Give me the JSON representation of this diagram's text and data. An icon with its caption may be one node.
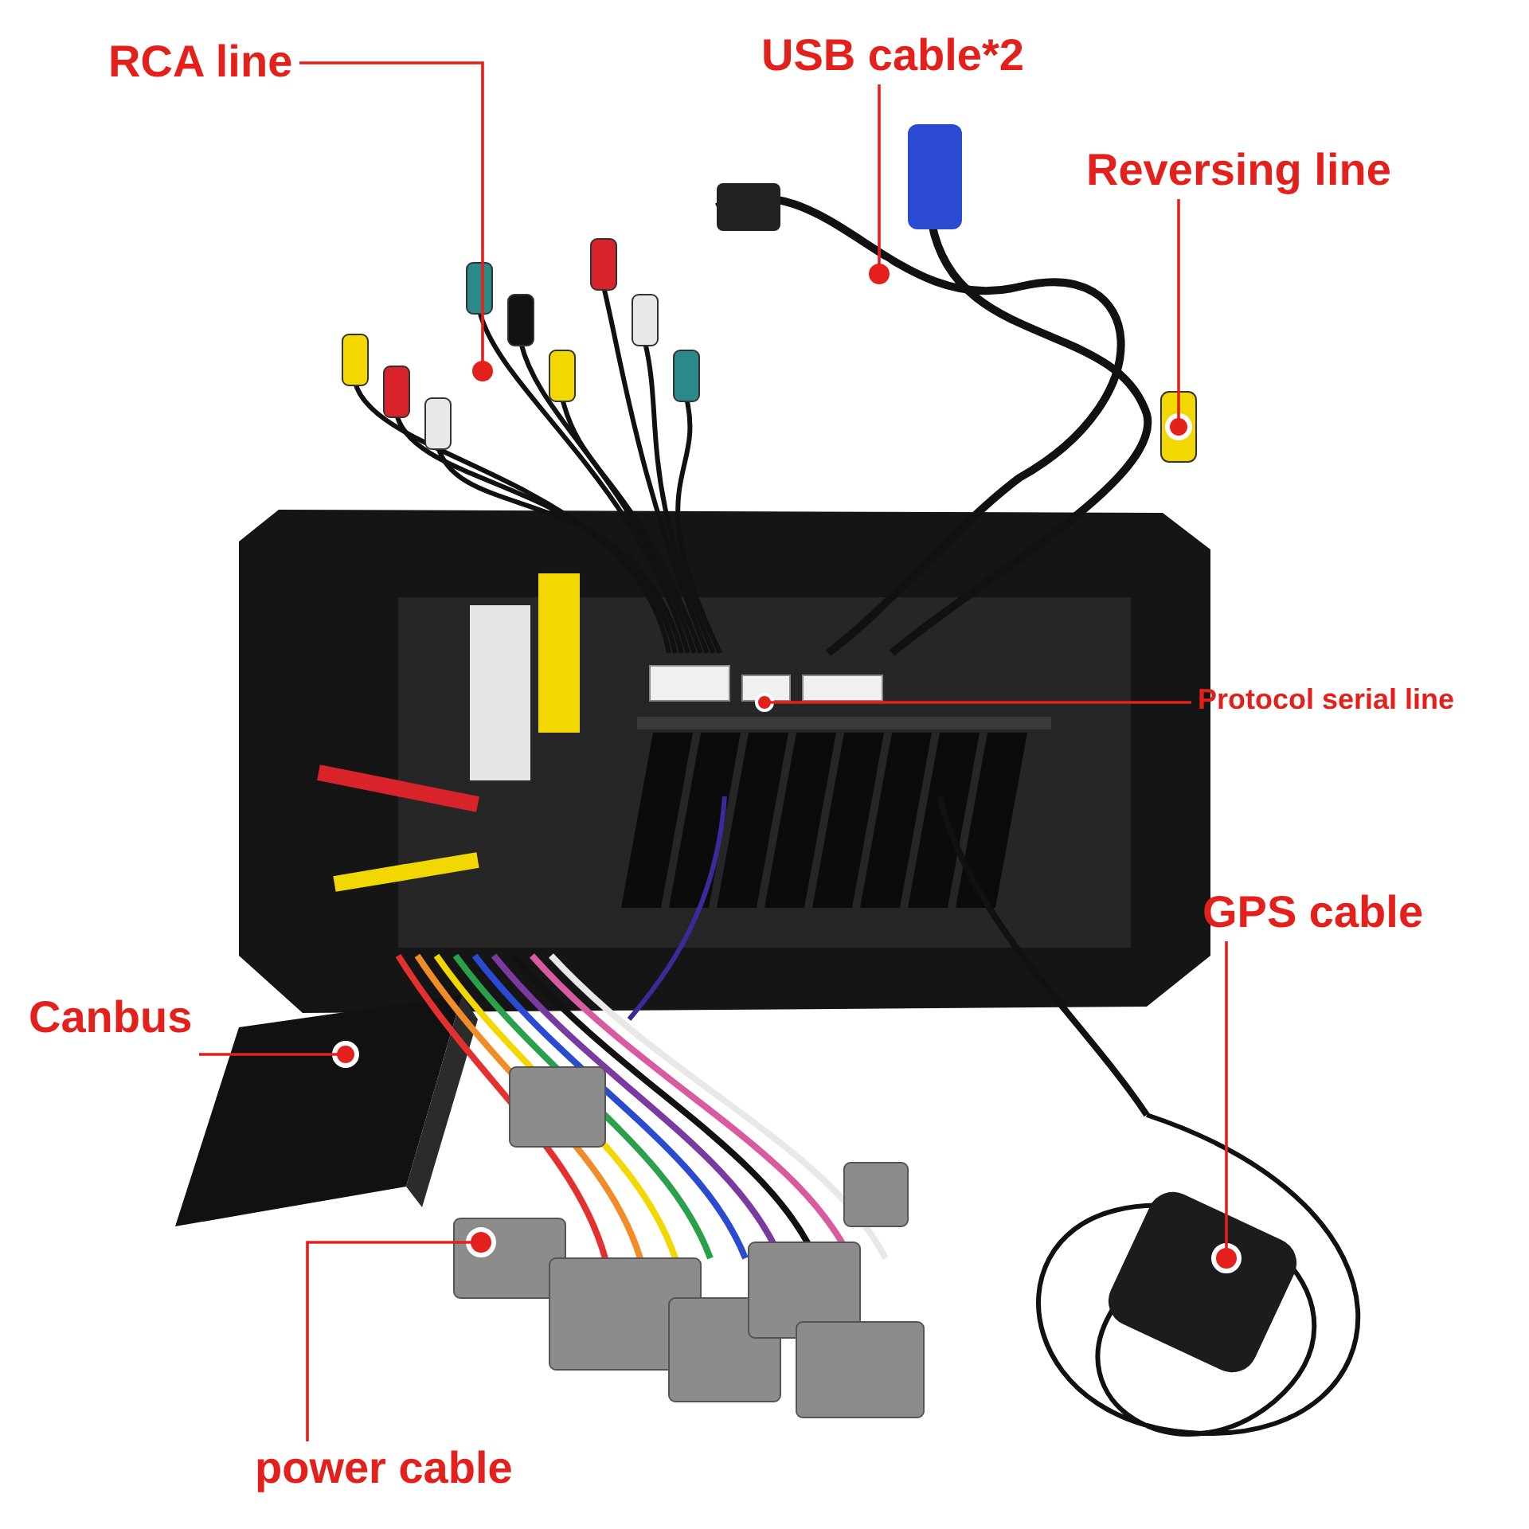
{
  "diagram": {
    "nodes": [
      {
        "text": [
          "RCA line"
        ]
      },
      {
        "text": [
          "USB cable*2"
        ]
      },
      {
        "text": [
          "Reversing line"
        ]
      },
      {
        "text": [
          "Protocol serial line"
        ]
      },
      {
        "text": [
          "GPS cable"
        ]
      },
      {
        "text": [
          "Canbus"
        ]
      },
      {
        "text": [
          "power cable"
        ]
      },
      {
        "text": [],
        "shape": "picture"
      },
      {
        "text": [],
        "shape": "picture"
      },
      {
        "text": [],
        "shape": "picture"
      },
      {
        "text": [],
        "shape": "picture"
      },
      {
        "text": [],
        "shape": "picture"
      },
      {
        "text": [],
        "shape": "picture"
      },
      {
        "text": [],
        "shape": "picture"
      }
    ],
    "edges": [
      {
        "from": 0,
        "to": 7,
        "arrow": "none"
      },
      {
        "from": 1,
        "to": 8,
        "arrow": "none"
      },
      {
        "from": 2,
        "to": 9,
        "arrow": "none"
      },
      {
        "from": 3,
        "to": 10,
        "arrow": "none"
      },
      {
        "from": 4,
        "to": 11,
        "arrow": "none"
      },
      {
        "from": 5,
        "to": 12,
        "arrow": "none"
      },
      {
        "from": 6,
        "to": 13,
        "arrow": "none"
      }
    ]
  }
}
